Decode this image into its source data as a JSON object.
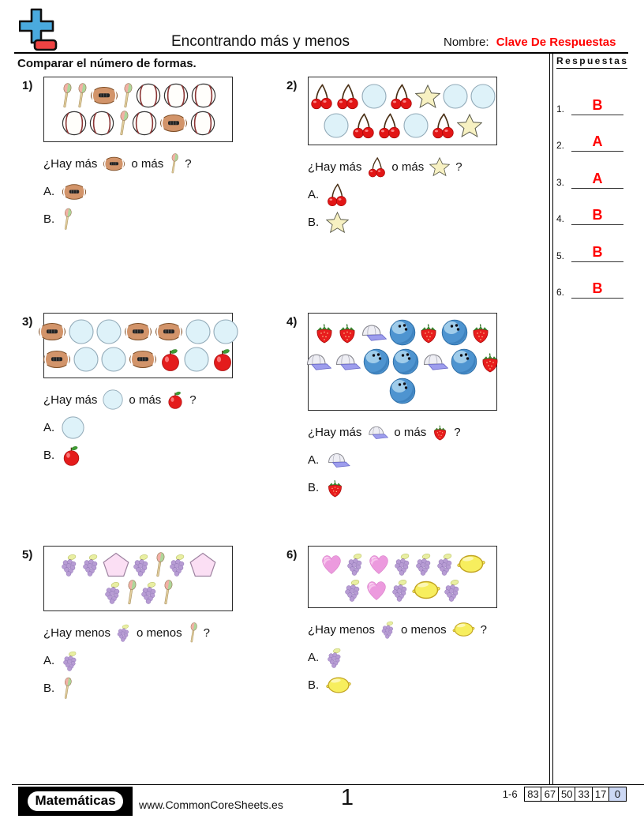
{
  "header": {
    "title": "Encontrando más y menos",
    "name_label": "Nombre:",
    "name_value": "Clave De Respuestas",
    "instruction": "Comparar el número de formas."
  },
  "answers": {
    "title": "Respuestas",
    "items": [
      {
        "num": "1.",
        "value": "B"
      },
      {
        "num": "2.",
        "value": "A"
      },
      {
        "num": "3.",
        "value": "A"
      },
      {
        "num": "4.",
        "value": "B"
      },
      {
        "num": "5.",
        "value": "B"
      },
      {
        "num": "6.",
        "value": "B"
      }
    ]
  },
  "problems": [
    {
      "num": "1)",
      "rows": [
        [
          "spoon",
          "spoon",
          "football",
          "spoon",
          "baseball",
          "baseball",
          "baseball"
        ],
        [
          "baseball",
          "baseball",
          "spoon",
          "baseball",
          "football",
          "baseball"
        ]
      ],
      "q_pre": "¿Hay más",
      "q_icon1": "football",
      "q_mid": "o más",
      "q_icon2": "spoon",
      "q_end": "?",
      "option_a_label": "A.",
      "option_a_icon": "football",
      "option_b_label": "B.",
      "option_b_icon": "spoon"
    },
    {
      "num": "2)",
      "rows": [
        [
          "cherry",
          "cherry",
          "circle",
          "cherry",
          "star",
          "circle",
          "circle"
        ],
        [
          "circle",
          "cherry",
          "cherry",
          "circle",
          "cherry",
          "star"
        ]
      ],
      "q_pre": "¿Hay más",
      "q_icon1": "cherry",
      "q_mid": "o más",
      "q_icon2": "star",
      "q_end": "?",
      "option_a_label": "A.",
      "option_a_icon": "cherry",
      "option_b_label": "B.",
      "option_b_icon": "star"
    },
    {
      "num": "3)",
      "rows": [
        [
          "football",
          "circle",
          "circle",
          "football",
          "football",
          "circle",
          "circle"
        ],
        [
          "football",
          "circle",
          "circle",
          "football",
          "apple",
          "circle",
          "apple"
        ]
      ],
      "q_pre": "¿Hay más",
      "q_icon1": "circle",
      "q_mid": "o más",
      "q_icon2": "apple",
      "q_end": "?",
      "option_a_label": "A.",
      "option_a_icon": "circle",
      "option_b_label": "B.",
      "option_b_icon": "apple"
    },
    {
      "num": "4)",
      "rows": [
        [
          "strawberry",
          "strawberry",
          "cap",
          "bowling",
          "strawberry",
          "bowling",
          "strawberry"
        ],
        [
          "cap",
          "cap",
          "bowling",
          "bowling",
          "cap",
          "bowling",
          "strawberry"
        ],
        [
          "bowling"
        ]
      ],
      "q_pre": "¿Hay más",
      "q_icon1": "cap",
      "q_mid": "o más",
      "q_icon2": "strawberry",
      "q_end": "?",
      "option_a_label": "A.",
      "option_a_icon": "cap",
      "option_b_label": "B.",
      "option_b_icon": "strawberry"
    },
    {
      "num": "5)",
      "rows": [
        [
          "grapes",
          "grapes",
          "pentagon",
          "grapes",
          "spoon",
          "grapes",
          "pentagon"
        ],
        [
          "grapes",
          "spoon",
          "grapes",
          "spoon"
        ]
      ],
      "q_pre": "¿Hay menos",
      "q_icon1": "grapes",
      "q_mid": "o menos",
      "q_icon2": "spoon",
      "q_end": "?",
      "option_a_label": "A.",
      "option_a_icon": "grapes",
      "option_b_label": "B.",
      "option_b_icon": "spoon"
    },
    {
      "num": "6)",
      "rows": [
        [
          "heart",
          "grapes",
          "heart",
          "grapes",
          "grapes",
          "grapes",
          "lemon"
        ],
        [
          "grapes",
          "heart",
          "grapes",
          "lemon",
          "grapes"
        ]
      ],
      "q_pre": "¿Hay menos",
      "q_icon1": "grapes",
      "q_mid": "o menos",
      "q_icon2": "lemon",
      "q_end": "?",
      "option_a_label": "A.",
      "option_a_icon": "grapes",
      "option_b_label": "B.",
      "option_b_icon": "lemon"
    }
  ],
  "icons": {
    "spoon": "spoon-icon",
    "football": "football-icon",
    "baseball": "baseball-icon",
    "cherry": "cherries-icon",
    "circle": "circle-icon",
    "star": "star-icon",
    "apple": "apple-icon",
    "strawberry": "strawberry-icon",
    "cap": "cap-icon",
    "bowling": "bowling-ball-icon",
    "grapes": "grapes-icon",
    "pentagon": "pentagon-icon",
    "heart": "heart-icon",
    "lemon": "lemon-icon"
  },
  "footer": {
    "brand": "Matemáticas",
    "website": "www.CommonCoreSheets.es",
    "page_number": "1",
    "score_range": "1-6",
    "score_values": [
      "83",
      "67",
      "50",
      "33",
      "17",
      "0"
    ]
  },
  "colors": {
    "accent_red": "#ff0000",
    "score_highlight_bg": "#ccd8f4"
  }
}
